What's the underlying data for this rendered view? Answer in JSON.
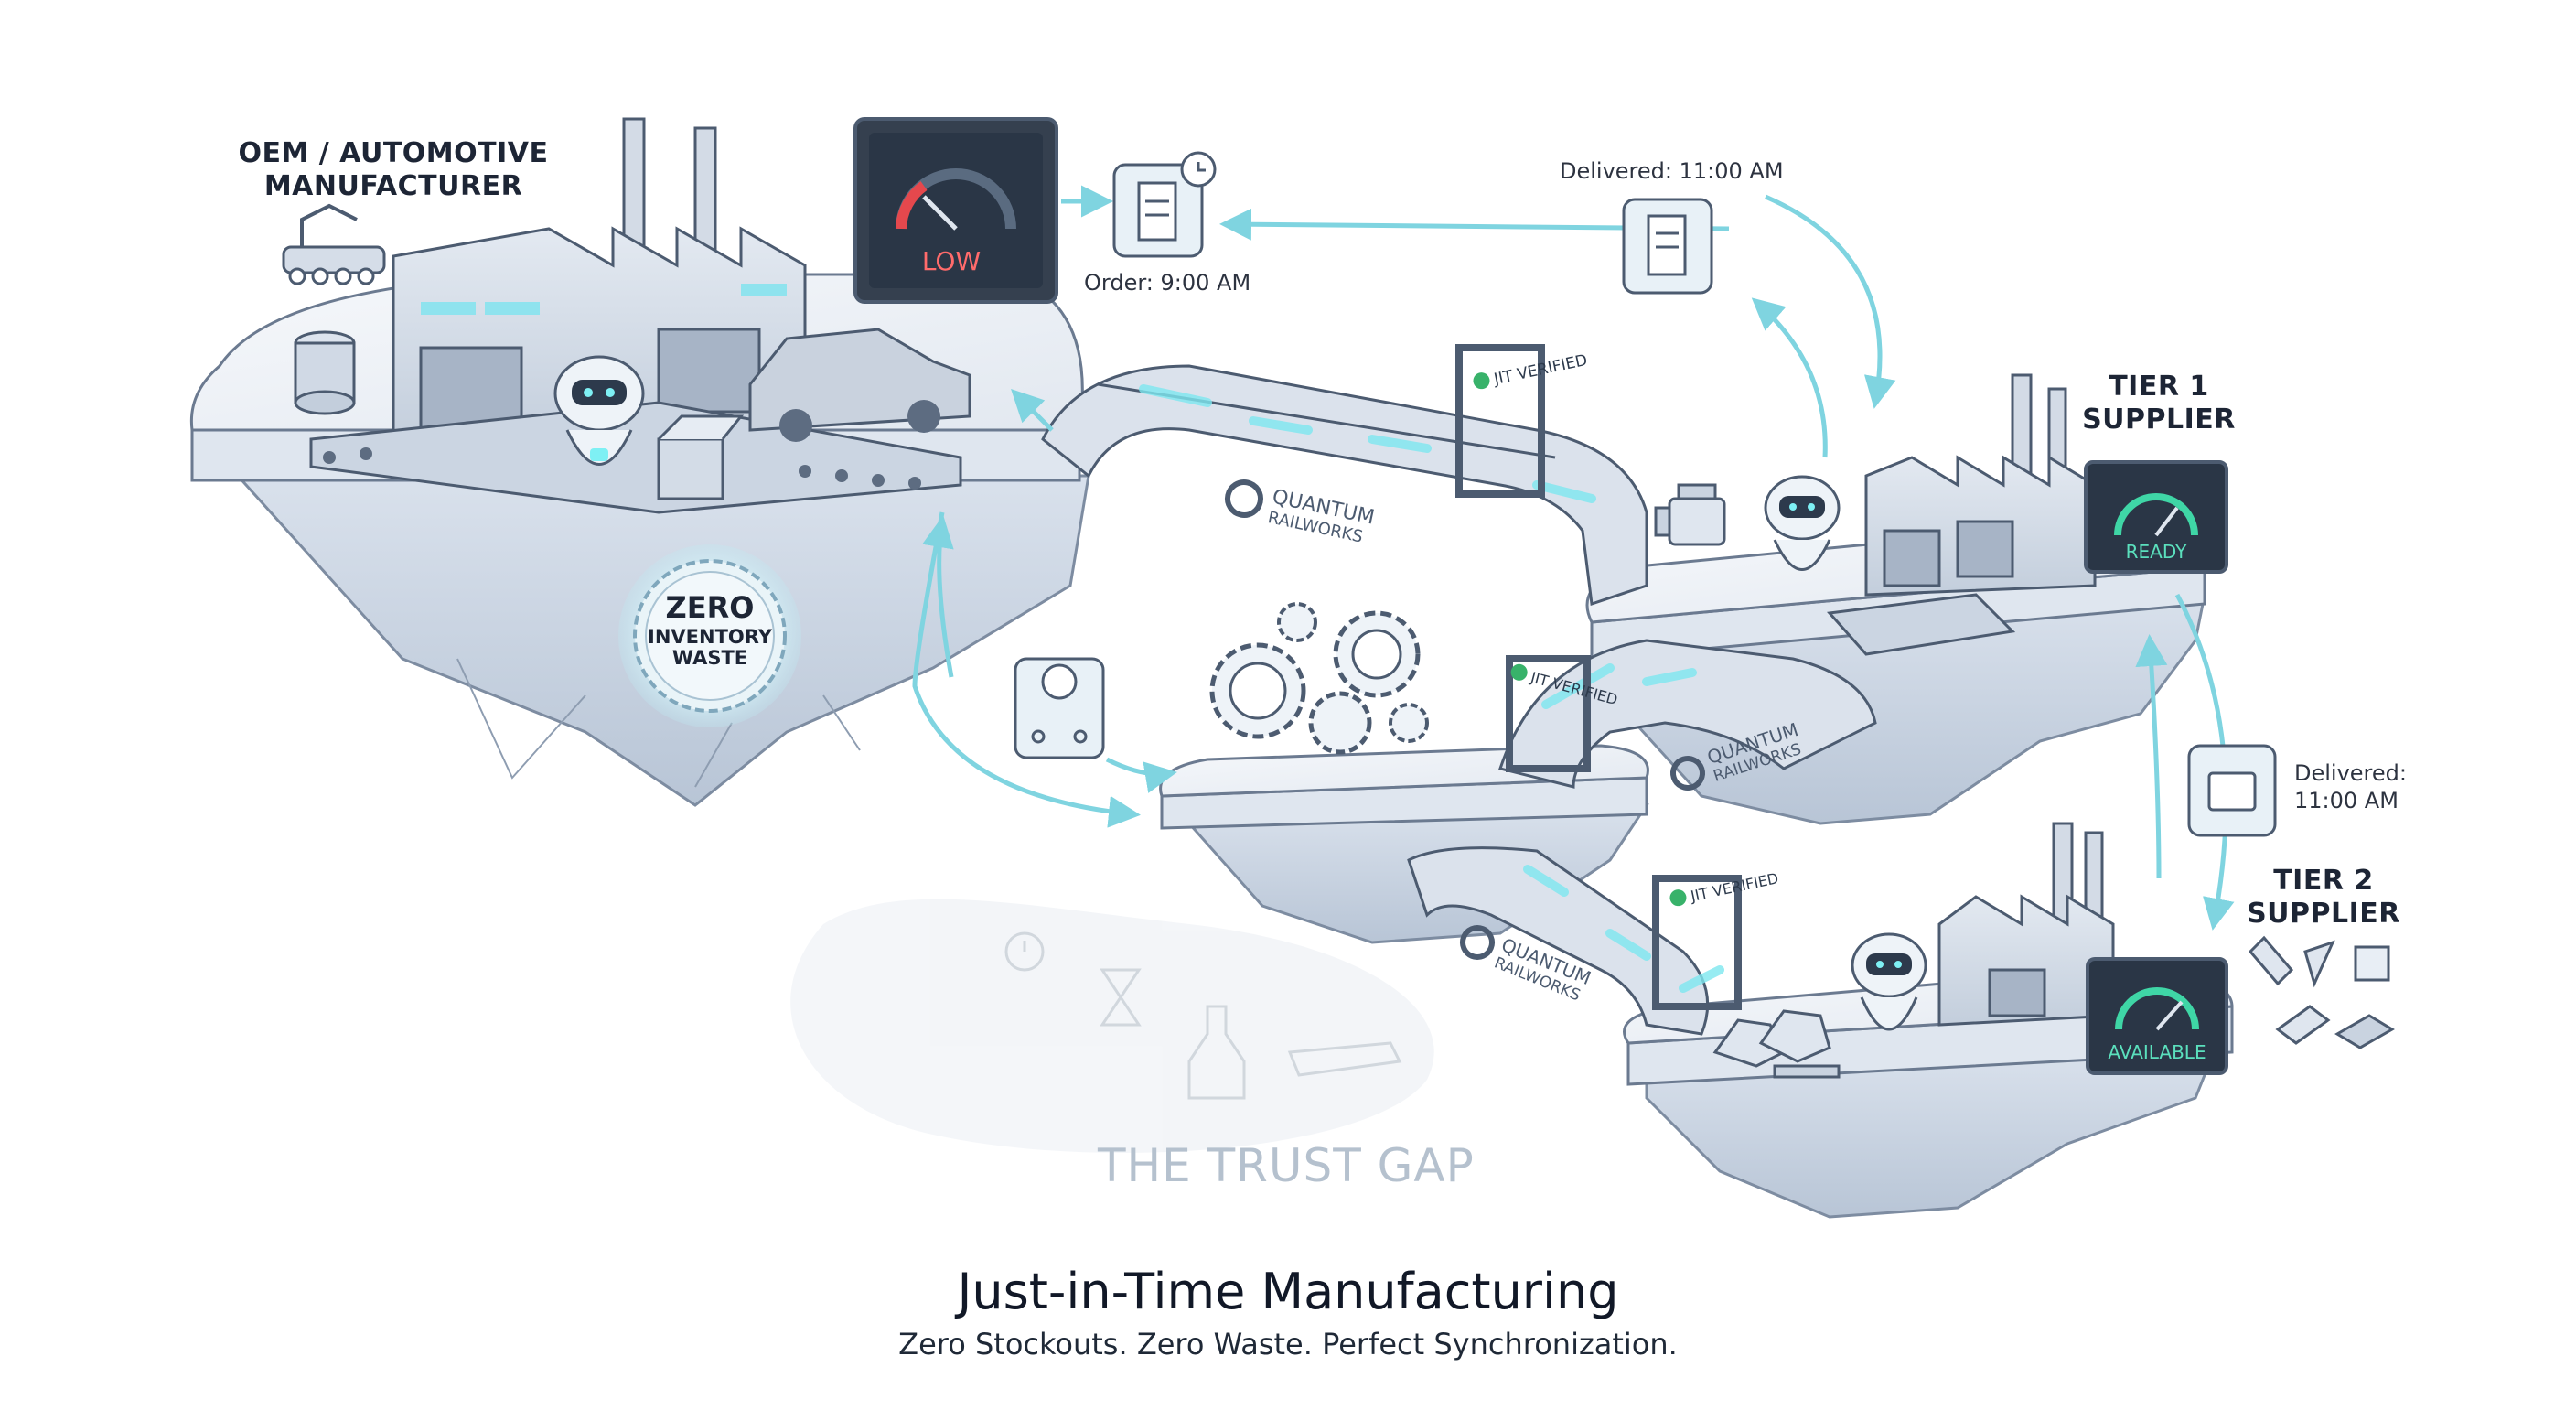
{
  "labels": {
    "oem_title": "OEM / AUTOMOTIVE\nMANUFACTURER",
    "tier1_title": "TIER 1\nSUPPLIER",
    "tier2_title": "TIER 2\nSUPPLIER",
    "order_time": "Order: 9:00 AM",
    "delivered_top": "Delivered: 11:00 AM",
    "delivered_right": "Delivered:\n11:00 AM",
    "trust_gap": "THE TRUST GAP"
  },
  "gauges": {
    "low": "LOW",
    "ready": "READY",
    "available": "AVAILABLE"
  },
  "badge": {
    "line1": "ZERO",
    "line2": "INVENTORY",
    "line3": "WASTE"
  },
  "bridges": {
    "brand_line1": "QUANTUM",
    "brand_line2": "RAILWORKS",
    "gate_label": "JIT VERIFIED"
  },
  "caption": {
    "title": "Just-in-Time Manufacturing",
    "subtitle": "Zero Stockouts. Zero Waste. Perfect Synchronization."
  },
  "colors": {
    "accent_cyan": "#5fd3e0",
    "gauge_low": "#e5484d",
    "gauge_ok": "#3fd6a6",
    "island_top": "#eef2f7",
    "island_rock": "#c9d3e0",
    "outline": "#3b4a5e"
  }
}
